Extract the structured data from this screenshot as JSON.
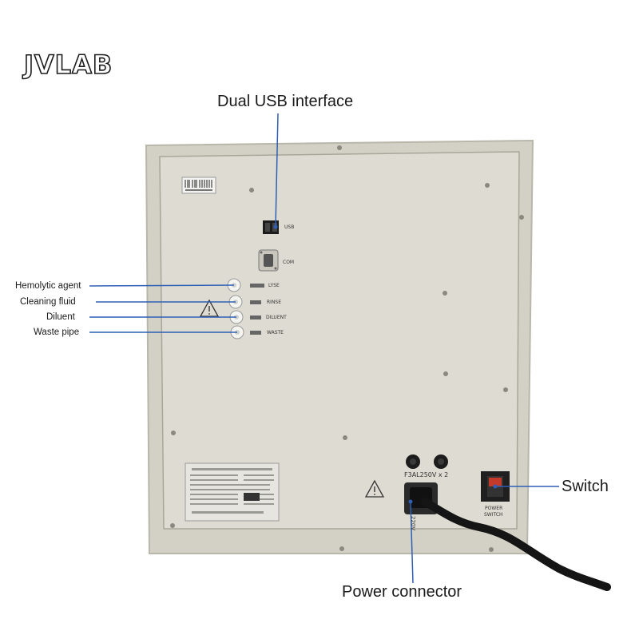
{
  "brand": {
    "logo_text": "JVLAB"
  },
  "callouts": {
    "usb": "Dual USB interface",
    "hemolytic": "Hemolytic agent",
    "cleaning": "Cleaning fluid",
    "diluent": "Diluent",
    "waste": "Waste pipe",
    "switch": "Switch",
    "power": "Power connector"
  },
  "panel_labels": {
    "usb": "USB",
    "com": "COM",
    "lyse": "LYSE",
    "rinse": "RINSE",
    "diluent": "DILUENT",
    "waste": "WASTE",
    "fuse": "F3AL250V x 2",
    "voltage": "220V",
    "power_switch_1": "POWER",
    "power_switch_2": "SWITCH"
  },
  "colors": {
    "callout_line": "#2f5fb5",
    "panel": "#dad8ce",
    "panel_border": "#c8c5ba",
    "cable": "#151515"
  }
}
